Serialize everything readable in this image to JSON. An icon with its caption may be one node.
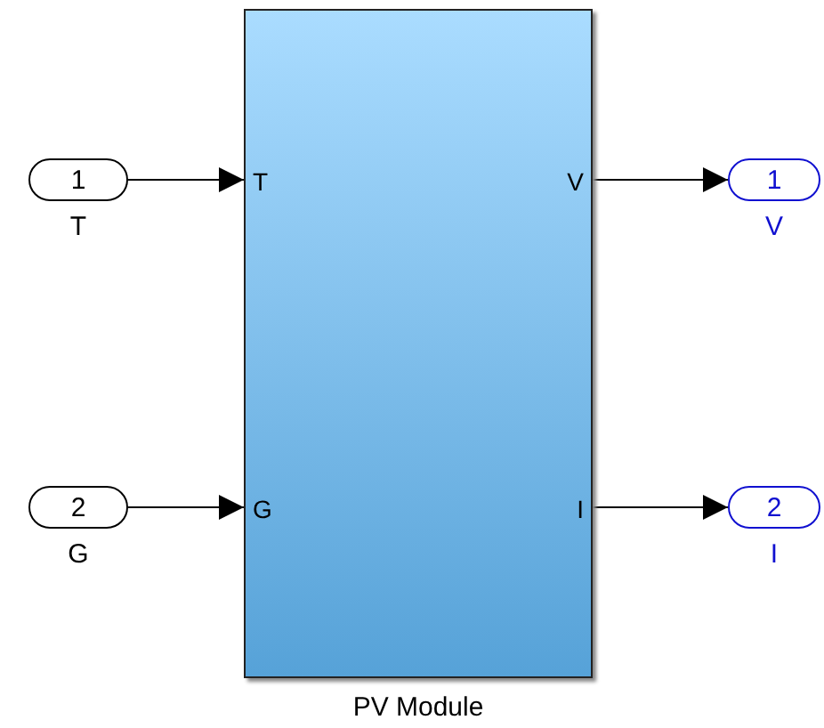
{
  "diagram": {
    "nodes": [
      {
        "text": [
          "1"
        ],
        "beside": [
          "T"
        ]
      },
      {
        "text": [
          "2"
        ],
        "beside": [
          "G"
        ]
      },
      {
        "text": [
          "T",
          "G",
          "V",
          "I"
        ],
        "beside": [
          "PV Module"
        ]
      },
      {
        "text": [
          "1"
        ],
        "beside": [
          "V"
        ]
      },
      {
        "text": [
          "2"
        ],
        "beside": [
          "I"
        ]
      }
    ],
    "edges": [
      {
        "from": 0,
        "to": 2,
        "arrow": "to"
      },
      {
        "from": 1,
        "to": 2,
        "arrow": "to"
      },
      {
        "from": 2,
        "to": 3,
        "arrow": "to"
      },
      {
        "from": 2,
        "to": 4,
        "arrow": "to"
      }
    ]
  }
}
